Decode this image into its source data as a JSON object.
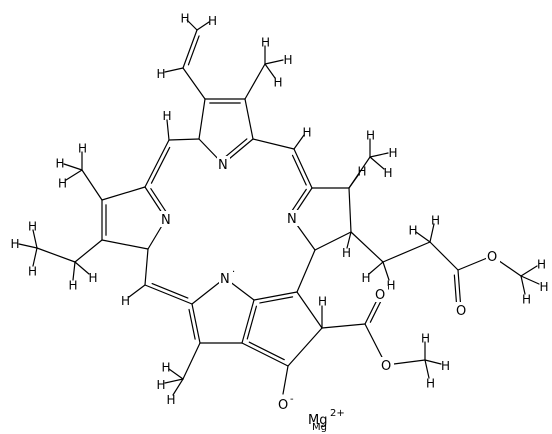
{
  "molecule": {
    "atom_labels": {
      "N": "N",
      "H": "H",
      "O": "O",
      "O_minus": "O",
      "minus_sign": "-",
      "n_radical": "·"
    },
    "metal": {
      "symbol": "Mg",
      "charge": "2+",
      "label_main": "Mg",
      "label_overlay": "Mg"
    },
    "colors": {
      "bond": "#000000",
      "text": "#000000",
      "background": "#ffffff"
    }
  }
}
